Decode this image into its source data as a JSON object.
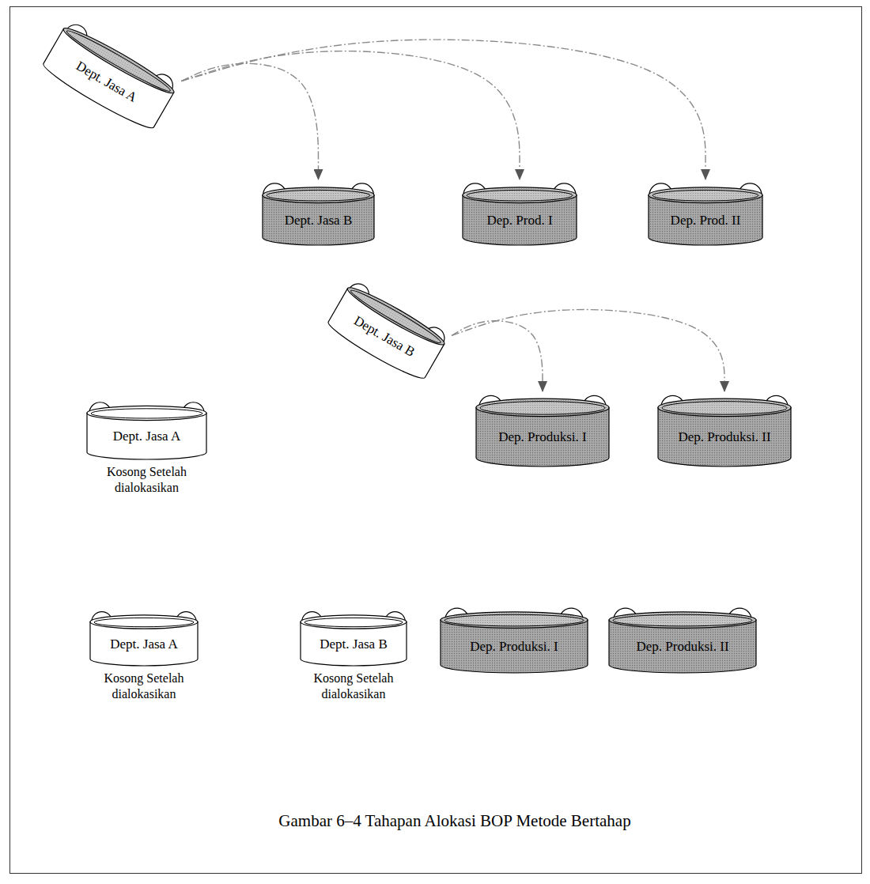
{
  "diagram": {
    "caption": "Gambar 6–4 Tahapan Alokasi BOP Metode Bertahap",
    "nodes": [
      {
        "text": [
          "Dept. Jasa A"
        ]
      },
      {
        "text": [
          "Dept. Jasa B"
        ]
      },
      {
        "text": [
          "Dep. Prod. I"
        ]
      },
      {
        "text": [
          "Dep. Prod. II"
        ]
      },
      {
        "text": [
          "Dept. Jasa B"
        ]
      },
      {
        "text": [
          "Dep. Produksi. I"
        ]
      },
      {
        "text": [
          "Dep. Produksi. II"
        ]
      },
      {
        "text": [
          "Dept. Jasa A",
          "Kosong Setelah dialokasikan"
        ]
      },
      {
        "text": [
          "Dept. Jasa A",
          "Kosong Setelah dialokasikan"
        ]
      },
      {
        "text": [
          "Dept. Jasa B",
          "Kosong Setelah dialokasikan"
        ]
      },
      {
        "text": [
          "Dep. Produksi. I"
        ]
      },
      {
        "text": [
          "Dep. Produksi. II"
        ]
      }
    ],
    "edges": [
      {
        "from": 0,
        "to": 1,
        "arrow": "to"
      },
      {
        "from": 0,
        "to": 2,
        "arrow": "to"
      },
      {
        "from": 0,
        "to": 3,
        "arrow": "to"
      },
      {
        "from": 4,
        "to": 5,
        "arrow": "to"
      },
      {
        "from": 4,
        "to": 6,
        "arrow": "to"
      }
    ]
  }
}
